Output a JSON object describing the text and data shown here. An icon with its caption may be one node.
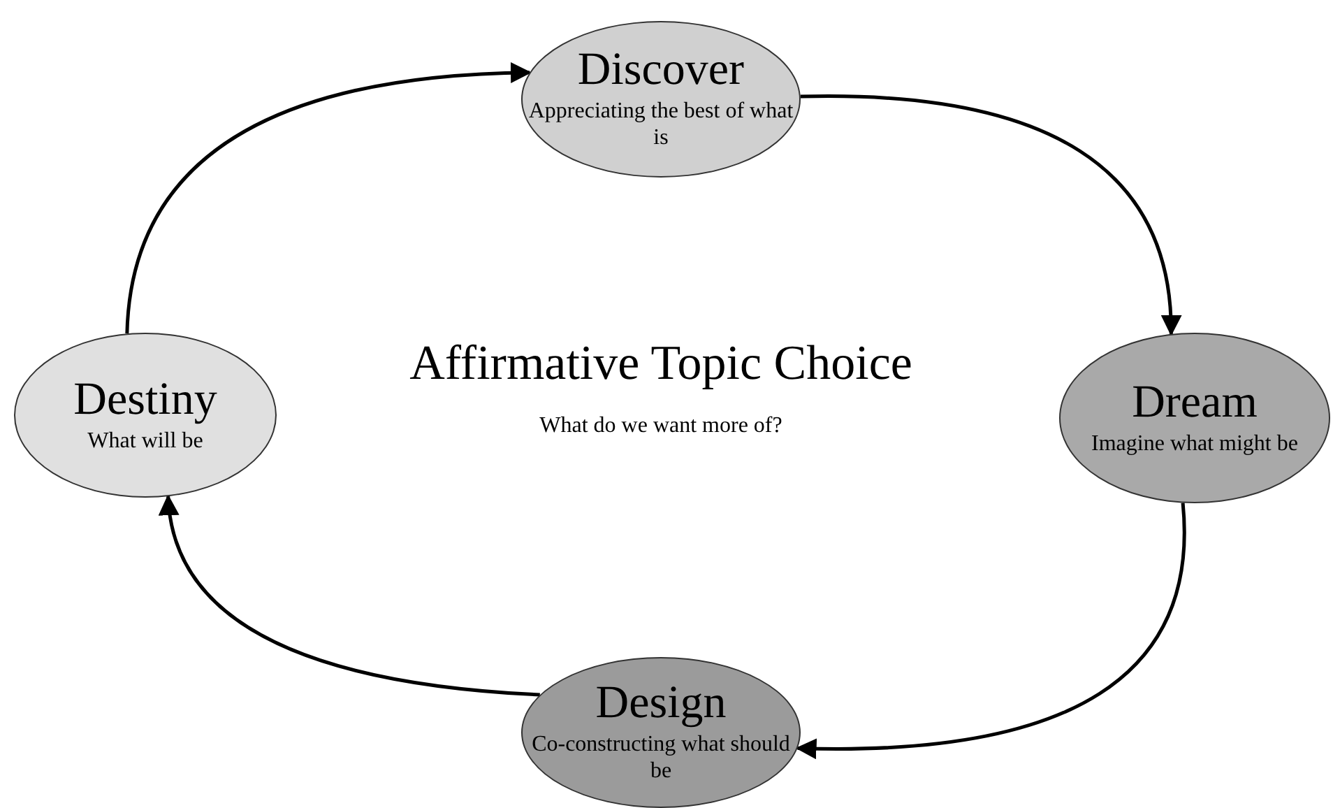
{
  "diagram": {
    "nodes": [
      {
        "text": [
          "Discover",
          "Appreciating the best of what is"
        ]
      },
      {
        "text": [
          "Dream",
          "Imagine what might be"
        ]
      },
      {
        "text": [
          "Design",
          "Co-constructing what should be"
        ]
      },
      {
        "text": [
          "Destiny",
          "What will be"
        ]
      }
    ],
    "edges": [
      {
        "from": 3,
        "to": 0,
        "arrow": "to"
      },
      {
        "from": 0,
        "to": 1,
        "arrow": "to"
      },
      {
        "from": 1,
        "to": 2,
        "arrow": "to"
      },
      {
        "from": 2,
        "to": 3,
        "arrow": "to"
      }
    ],
    "labels": [
      "Affirmative Topic Choice",
      "What do we want more of?"
    ]
  }
}
